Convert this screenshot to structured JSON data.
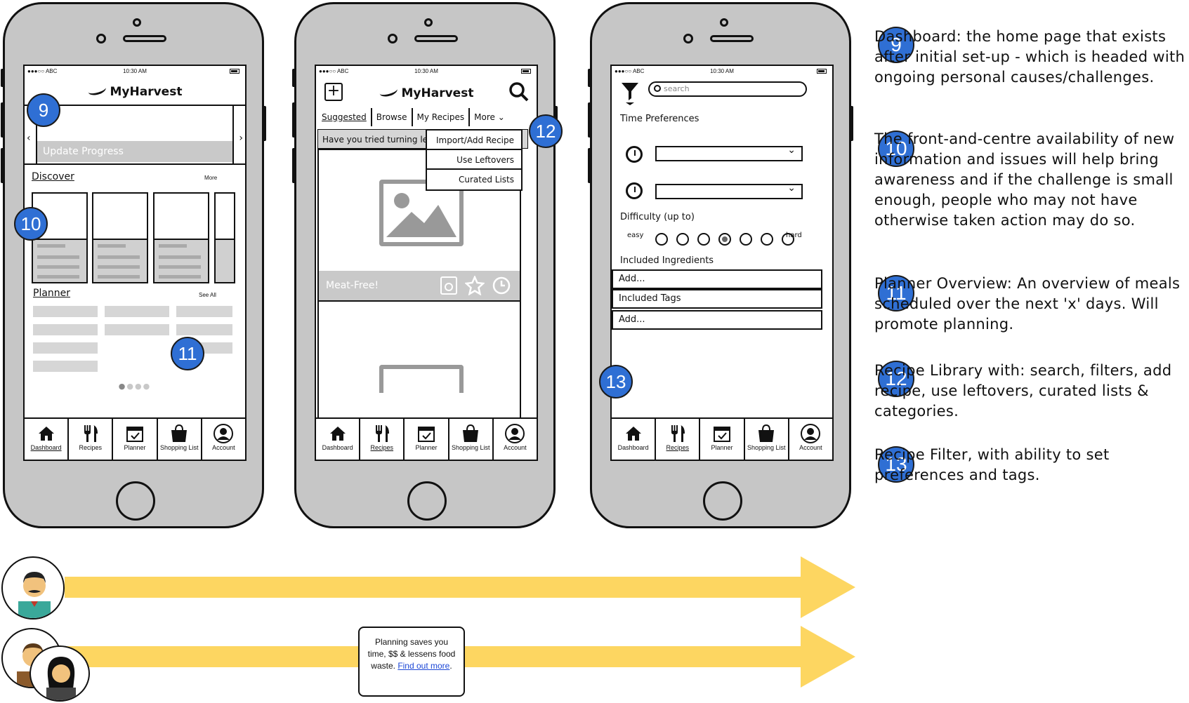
{
  "status": {
    "carrier": "●●●○○ ABC",
    "time": "10:30 AM"
  },
  "app_name": "MyHarvest",
  "tabs": [
    "Dashboard",
    "Recipes",
    "Planner",
    "Shopping List",
    "Account"
  ],
  "phone1": {
    "progress_label": "Update Progress",
    "discover_title": "Discover",
    "discover_more": "More",
    "planner_title": "Planner",
    "planner_link": "See All"
  },
  "phone2": {
    "subtabs": [
      "Suggested",
      "Browse",
      "My Recipes",
      "More"
    ],
    "dropdown": [
      "Import/Add Recipe",
      "Use Leftovers",
      "Curated Lists"
    ],
    "banner": "Have you tried turning le",
    "card_label": "Meat-Free!"
  },
  "phone3": {
    "search_placeholder": "search",
    "time_prefs": "Time Preferences",
    "difficulty": "Difficulty (up to)",
    "easy": "easy",
    "hard": "hard",
    "difficulty_level": 4,
    "difficulty_steps": 7,
    "included_ingredients": "Included Ingredients",
    "add": "Add...",
    "included_tags": "Included Tags"
  },
  "badges": [
    "9",
    "10",
    "11",
    "12",
    "13"
  ],
  "notes": [
    {
      "num": "9",
      "text": "Dashboard: the home page that exists after initial set-up - which is headed with ongoing personal causes/challenges."
    },
    {
      "num": "10",
      "text": "The front-and-centre availability of new information and issues will help bring awareness and if the challenge is small enough, people who may not have otherwise taken action may do so."
    },
    {
      "num": "11",
      "text": "Planner Overview: An overview of meals scheduled over the next 'x' days. Will promote planning."
    },
    {
      "num": "12",
      "text": "Recipe Library with: search, filters, add recipe, use leftovers, curated lists & categories."
    },
    {
      "num": "13",
      "text": "Recipe Filter, with ability to set preferences and tags."
    }
  ],
  "speech": {
    "text": "Planning saves you time, $$ & lessens food waste.",
    "link": "Find out more"
  },
  "colors": {
    "badge": "#2f6fd4",
    "arrow": "#fdd661",
    "phone": "#c6c6c6"
  }
}
